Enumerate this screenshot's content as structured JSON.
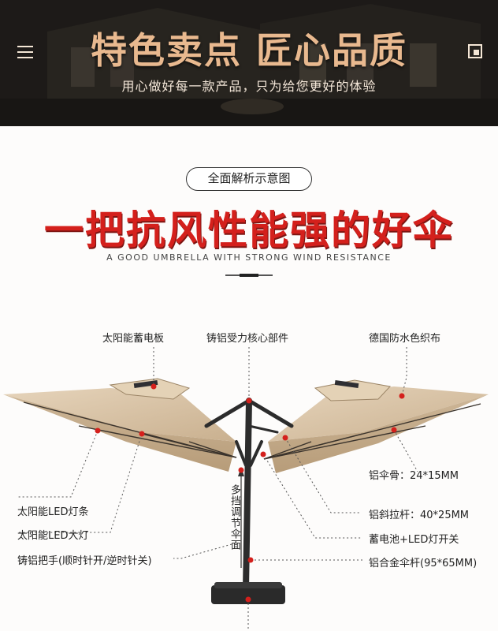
{
  "banner": {
    "title": "特色卖点 匠心品质",
    "subtitle": "用心做好每一款产品，只为给您更好的体验"
  },
  "section_tag": "全面解析示意图",
  "headline": "一把抗风性能强的好伞",
  "headline_en": "A GOOD UMBRELLA WITH STRONG WIND RESISTANCE",
  "labels": {
    "solar_panel": "太阳能蓄电板",
    "core_parts": "铸铝受力核心部件",
    "fabric": "德国防水色织布",
    "rib": "铝伞骨：24*15MM",
    "led_strip": "太阳能LED灯条",
    "strut": "铝斜拉杆：40*25MM",
    "led_lamp": "太阳能LED大灯",
    "battery": "蓄电池+LED灯开关",
    "handle": "铸铝把手(顺时针开/逆时针关)",
    "pole": "铝合金伞杆(95*65MM)",
    "adjust": "多挡调节伞面"
  },
  "colors": {
    "accent_red": "#d4201c",
    "canopy": "#d8c3a5",
    "frame": "#2c2c2c",
    "banner_title": "#e9b98f"
  }
}
